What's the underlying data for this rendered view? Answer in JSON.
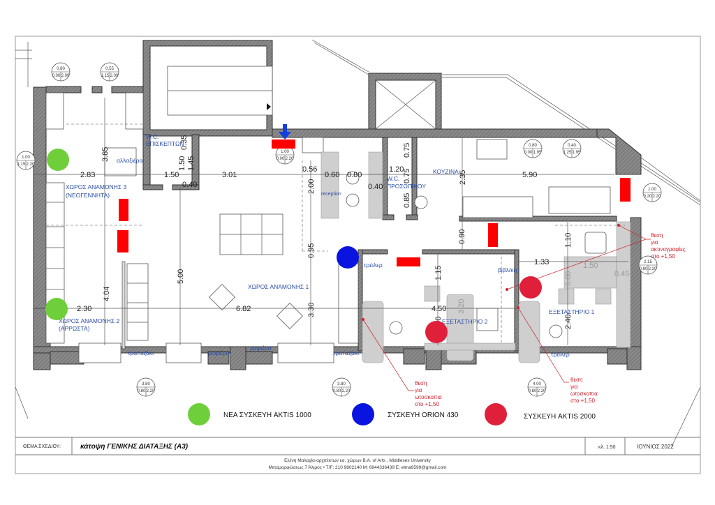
{
  "colors": {
    "green": "#6fcf3a",
    "blue": "#0a14e0",
    "red_marker": "#e0203a",
    "red_block": "#ff0000",
    "label_blue": "#2b4ea8",
    "note_red": "#d0202a"
  },
  "rooms": {
    "wc_visitors_1": "W.C.",
    "wc_visitors_2": "ΕΠΙΣΚΕΠΤΩΝ",
    "changing": "αλλαξιέρα",
    "waiting3_1": "ΧΩΡΟΣ ΑΝΑΜΟΝΗΣ 3",
    "waiting3_2": "(ΝΕΟΓΕΝΝΗΤΑ)",
    "reception": "reception",
    "wc_staff_1": "W.C.",
    "wc_staff_2": "ΠΡΟΣΩΠΙΚΟΥ",
    "kitchen": "ΚΟΥΖΙΝΑ",
    "waiting1": "ΧΩΡΟΣ ΑΝΑΜΟΝΗΣ 1",
    "waiting2_1": "ΧΩΡΟΣ ΑΝΑΜΟΝΗΣ 2",
    "waiting2_2": "(ΑΡΡΩΣΤΑ)",
    "table1": "τραπεζάκι",
    "shelf1": "ραφιέρα",
    "shelf2": "ραφιέρα",
    "table2": "τραπεζάκι",
    "trailer1": "τρέιλερ",
    "bookcase": "βιβλ/κη",
    "exam2": "ΕΞΕΤΑΣΤΗΡΙΟ 2",
    "exam1": "ΕΞΕΤΑΣΤΗΡΙΟ 1",
    "trailer2": "τρέιλερ"
  },
  "dimensions": [
    "3.85",
    "2.83",
    "1.50",
    "0.35",
    "1.50",
    "1.45",
    "0.40",
    "3.01",
    "0.56",
    "0.60",
    "0.80",
    "2.00",
    "0.40",
    "1.20",
    "0.75",
    "0.75",
    "0.85",
    "2.35",
    "5.90",
    "0.95",
    "0.90",
    "1.10",
    "1.33",
    "1.50",
    "0.80",
    "0.45",
    "1.15",
    "4.50",
    "3.20",
    "1.50",
    "2.40",
    "4.04",
    "2.30",
    "5.00",
    "6.82",
    "3.30"
  ],
  "window_tags": [
    [
      "0.80",
      "0.00",
      "2.09"
    ],
    [
      "0.55",
      "1.15",
      "2.09"
    ],
    [
      "1.00",
      "1.15",
      "2.20"
    ],
    [
      "1.00",
      "0.00",
      "2.20"
    ],
    [
      "0.80",
      "0.00",
      "1.95"
    ],
    [
      "0.40",
      "1.25",
      "1.95"
    ],
    [
      "1.00",
      "0.20",
      "2.20"
    ],
    [
      "2.15",
      "0.80",
      "2.20"
    ],
    [
      "3.80",
      "0.80",
      "2.20"
    ],
    [
      "3.80",
      "0.80",
      "2.20"
    ],
    [
      "4.00",
      "0.80",
      "2.20"
    ]
  ],
  "notes": {
    "xray": [
      "θεση",
      "για",
      "ακτινογραφίες",
      "στο +1,50"
    ],
    "oto1": [
      "θεση",
      "για",
      "ωτοσκοπια",
      "στο +1,50"
    ],
    "oto2": [
      "θεση",
      "για",
      "ωτοσκοπια",
      "στο +1,50"
    ]
  },
  "legend": [
    {
      "label": "ΝΕΑ ΣΥΣΚΕΥΗ AKTIS 1000",
      "color": "green"
    },
    {
      "label": "ΣΥΣΚΕΥΗ ORION 430",
      "color": "blue"
    },
    {
      "label": "ΣΥΣΚΕΥΗ AKTIS 2000",
      "color": "red"
    }
  ],
  "title_block": {
    "subject_label": "ΘΕΜΑ ΣΧΕΔΙΟΥ:",
    "title": "κάτοψη ΓΕΝΙΚΗΣ ΔΙΑΤΑΞΗΣ (Α3)",
    "scale": "κλ. 1:50",
    "date": "ΙΟΥΝΙΟΣ 2022",
    "author_line": "Ελένη Μαλαχία-αρχιτέκτων εσ. χώρων B.A. of Arts , Middlesex University",
    "contact_line": "Μεταμορφώσεως 7 Άλιμος  •  Τ/F: 210 9802140   M: 6944336439   E: elma9599@gmail.com"
  }
}
